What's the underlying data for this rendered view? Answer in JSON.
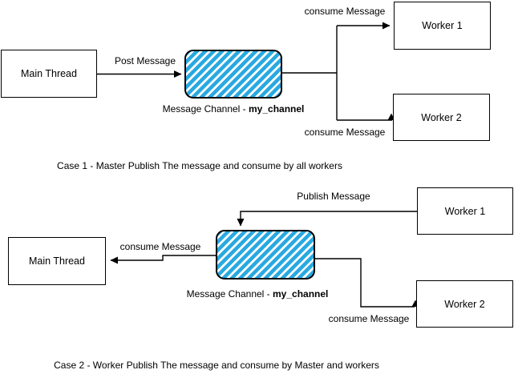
{
  "diagram": {
    "background_color": "#ffffff",
    "stripe_color": "#29A9E1",
    "line_color": "#000000",
    "case1": {
      "main_thread_label": "Main Thread",
      "post_message_label": "Post Message",
      "channel_label_prefix": "Message Channel - ",
      "channel_name": "my_channel",
      "consume_message_top_label": "consume Message",
      "consume_message_bottom_label": "consume Message",
      "worker1_label": "Worker 1",
      "worker2_label": "Worker 2",
      "caption": "Case 1 - Master Publish The message and consume by all workers"
    },
    "case2": {
      "publish_message_label": "Publish Message",
      "channel_label_prefix": "Message Channel - ",
      "channel_name": "my_channel",
      "consume_message_main_label": "consume Message",
      "consume_message_worker2_label": "consume Message",
      "main_thread_label": "Main Thread",
      "worker1_label": "Worker 1",
      "worker2_label": "Worker 2",
      "caption": "Case 2 - Worker Publish The message and consume by Master and workers"
    }
  }
}
